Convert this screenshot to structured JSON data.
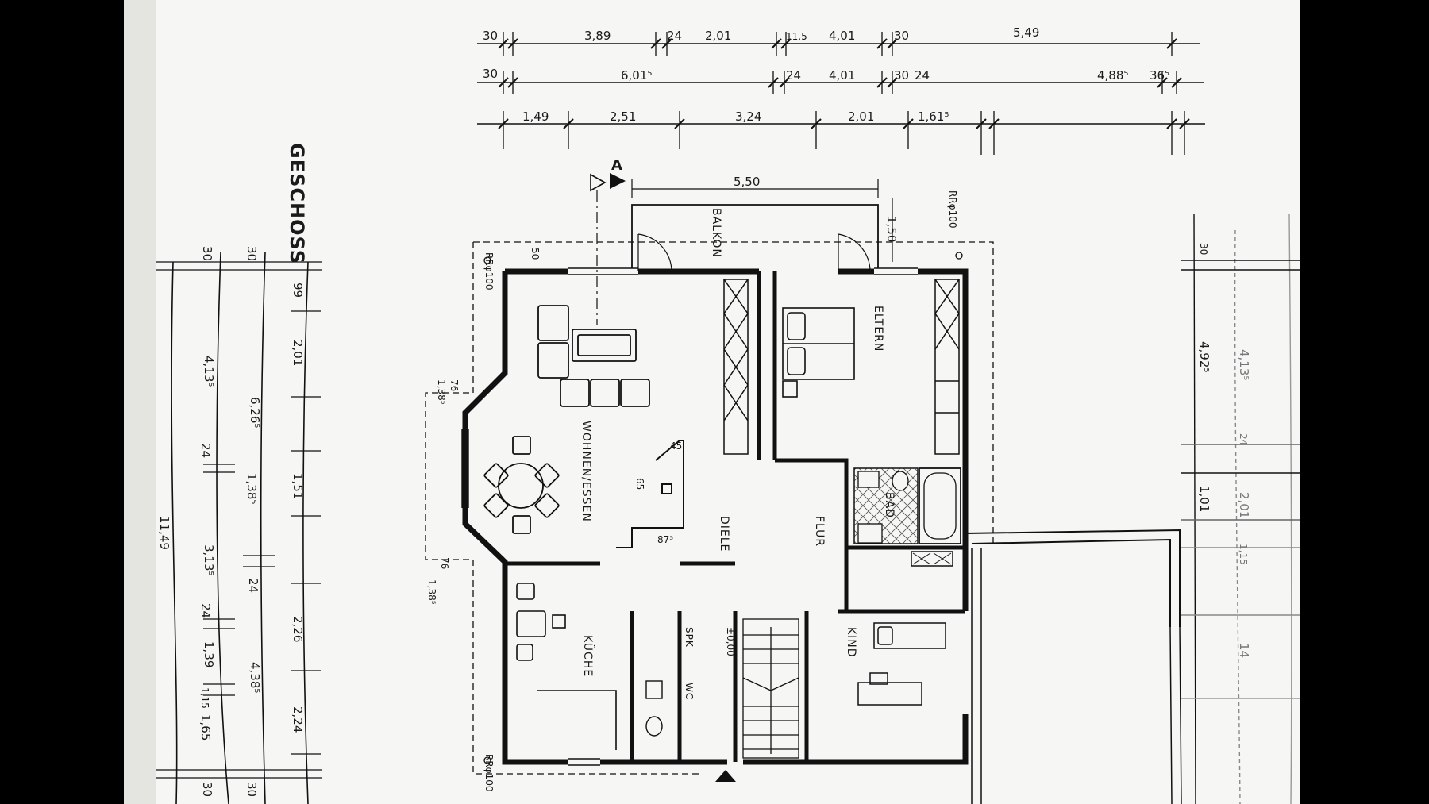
{
  "sheet": {
    "title": "GESCHOSS",
    "section_mark": "A"
  },
  "rooms": {
    "wohnen": "WOHNEN/ESSEN",
    "eltern": "ELTERN",
    "balkon": "BALKON",
    "bad": "BAD",
    "diele": "DIELE",
    "flur": "FLUR",
    "kueche": "KÜCHE",
    "spk": "SPK",
    "wc": "WC",
    "kind": "KIND",
    "level": "±0,00"
  },
  "notes": {
    "rr_top_left": "RRφ100",
    "rr_top_right": "RRφ100",
    "rr_bottom": "RRφ100"
  },
  "dimensions": {
    "top_row1": [
      "30",
      "3,89",
      "24",
      "2,01",
      "11,5",
      "4,01",
      "30",
      "5,49"
    ],
    "top_row2": [
      "30",
      "6,01⁵",
      "24",
      "4,01",
      "30",
      "24",
      "4,88⁵",
      "36⁵"
    ],
    "top_row3": [
      "1,49",
      "2,51",
      "3,24",
      "2,01",
      "1,61⁵"
    ],
    "balkon": [
      "5,50",
      "1,50"
    ],
    "left_overall": "11,49",
    "left_col1": [
      "4,13⁵",
      "24",
      "3,13⁵",
      "24",
      "1,39",
      "1,15",
      "1,65"
    ],
    "left_col2": [
      "6,26⁵",
      "1,38⁵",
      "24",
      "4,38⁵"
    ],
    "left_col3": [
      "99",
      "2,01",
      "1,51",
      "2,26",
      "2,24"
    ],
    "left_ends": [
      "30",
      "30",
      "30",
      "30"
    ],
    "bay": [
      "50",
      "76",
      "1,38⁵",
      "1,38⁵",
      "76"
    ],
    "kitchen": [
      "45",
      "65",
      "87⁵"
    ],
    "right_col": [
      "30",
      "4,92⁵",
      "4,13⁵",
      "24",
      "1,01",
      "2,01",
      "1,15",
      "14"
    ]
  }
}
